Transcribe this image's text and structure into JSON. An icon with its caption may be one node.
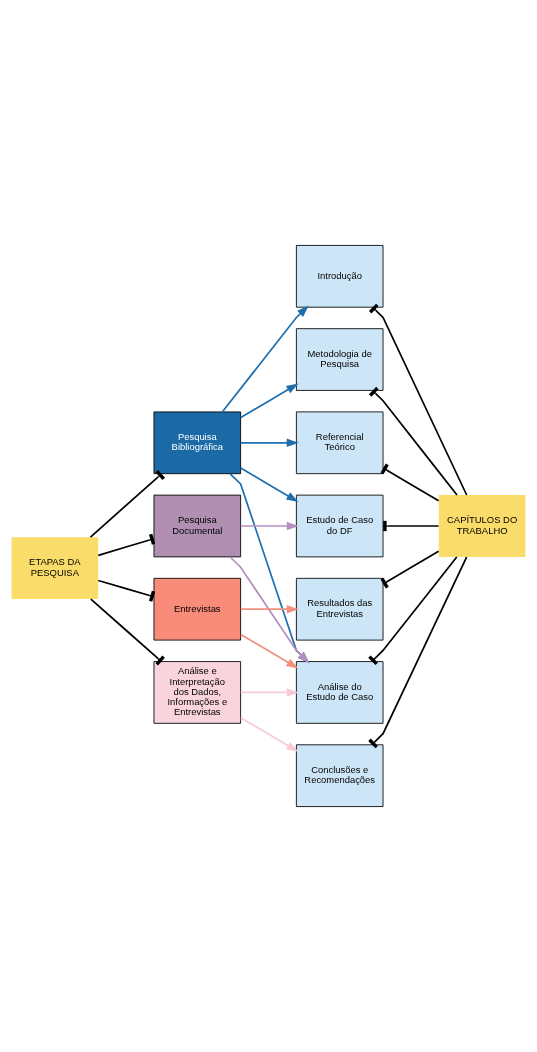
{
  "diagram": {
    "nodes": [
      {
        "text": [
          "ETAPAS DA PESQUISA"
        ]
      },
      {
        "text": [
          "CAPÍTULOS DO TRABALHO"
        ]
      },
      {
        "text": [
          "Pesquisa Bibliográfica"
        ]
      },
      {
        "text": [
          "Pesquisa Documental"
        ]
      },
      {
        "text": [
          "Entrevistas"
        ]
      },
      {
        "text": [
          "Análise e Interpretação dos Dados, Informações e Entrevistas"
        ]
      },
      {
        "text": [
          "Introdução"
        ]
      },
      {
        "text": [
          "Metodologia de Pesquisa"
        ]
      },
      {
        "text": [
          "Referencial Teórico"
        ]
      },
      {
        "text": [
          "Estudo de Caso do DF"
        ]
      },
      {
        "text": [
          "Resultados das Entrevistas"
        ]
      },
      {
        "text": [
          "Análise do Estudo de Caso"
        ]
      },
      {
        "text": [
          "Conclusões e Recomendações"
        ]
      }
    ],
    "edges": [
      {
        "from": 0,
        "to": 2,
        "arrow": "other"
      },
      {
        "from": 0,
        "to": 3,
        "arrow": "other"
      },
      {
        "from": 0,
        "to": 4,
        "arrow": "other"
      },
      {
        "from": 0,
        "to": 5,
        "arrow": "other"
      },
      {
        "from": 1,
        "to": 6,
        "arrow": "other"
      },
      {
        "from": 1,
        "to": 7,
        "arrow": "other"
      },
      {
        "from": 1,
        "to": 8,
        "arrow": "other"
      },
      {
        "from": 1,
        "to": 9,
        "arrow": "other"
      },
      {
        "from": 1,
        "to": 10,
        "arrow": "other"
      },
      {
        "from": 1,
        "to": 11,
        "arrow": "other"
      },
      {
        "from": 1,
        "to": 12,
        "arrow": "other"
      },
      {
        "from": 2,
        "to": 6,
        "arrow": "to",
        "color": "#1f6fae"
      },
      {
        "from": 2,
        "to": 7,
        "arrow": "to",
        "color": "#1f6fae"
      },
      {
        "from": 2,
        "to": 8,
        "arrow": "to",
        "color": "#1f6fae"
      },
      {
        "from": 2,
        "to": 9,
        "arrow": "to",
        "color": "#1f6fae"
      },
      {
        "from": 2,
        "to": 11,
        "arrow": "to",
        "color": "#1f6fae"
      },
      {
        "from": 3,
        "to": 9,
        "arrow": "to",
        "color": "#b48fc0"
      },
      {
        "from": 3,
        "to": 11,
        "arrow": "to",
        "color": "#b48fc0"
      },
      {
        "from": 4,
        "to": 10,
        "arrow": "to",
        "color": "#f4907e"
      },
      {
        "from": 4,
        "to": 11,
        "arrow": "to",
        "color": "#f4907e"
      },
      {
        "from": 5,
        "to": 11,
        "arrow": "to",
        "color": "#f7cad6"
      },
      {
        "from": 5,
        "to": 12,
        "arrow": "to",
        "color": "#f7cad6"
      }
    ]
  }
}
